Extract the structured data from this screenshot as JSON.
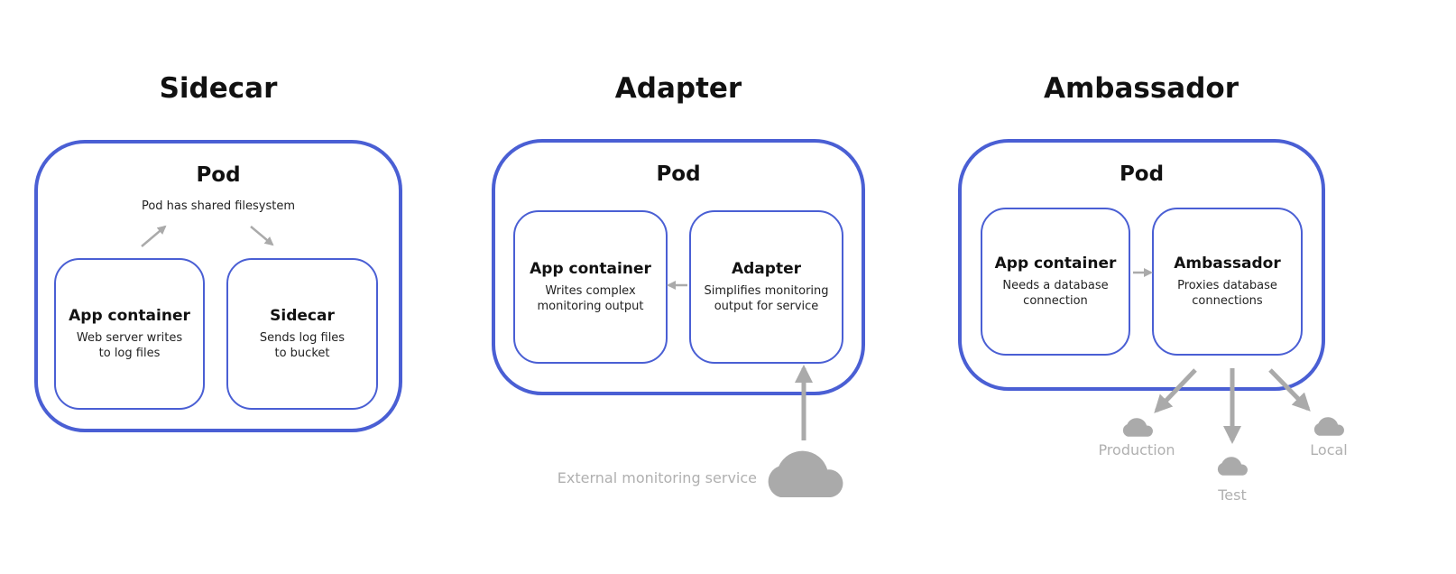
{
  "colors": {
    "pod_border": "#4a5fd4",
    "arrow": "#aaaaaa",
    "label_gray": "#b0b0b0"
  },
  "sidecar": {
    "title": "Sidecar",
    "pod_label": "Pod",
    "pod_note": "Pod has shared filesystem",
    "app": {
      "name": "App container",
      "desc": "Web server writes\nto log files"
    },
    "helper": {
      "name": "Sidecar",
      "desc": "Sends log files\nto bucket"
    }
  },
  "adapter": {
    "title": "Adapter",
    "pod_label": "Pod",
    "app": {
      "name": "App container",
      "desc": "Writes complex\nmonitoring output"
    },
    "helper": {
      "name": "Adapter",
      "desc": "Simplifies monitoring\noutput for service"
    },
    "external": {
      "label": "External monitoring service",
      "icon": "cloud-icon"
    }
  },
  "ambassador": {
    "title": "Ambassador",
    "pod_label": "Pod",
    "app": {
      "name": "App container",
      "desc": "Needs a database\nconnection"
    },
    "helper": {
      "name": "Ambassador",
      "desc": "Proxies database\nconnections"
    },
    "targets": [
      {
        "label": "Production",
        "icon": "cloud-icon"
      },
      {
        "label": "Test",
        "icon": "cloud-icon"
      },
      {
        "label": "Local",
        "icon": "cloud-icon"
      }
    ]
  }
}
